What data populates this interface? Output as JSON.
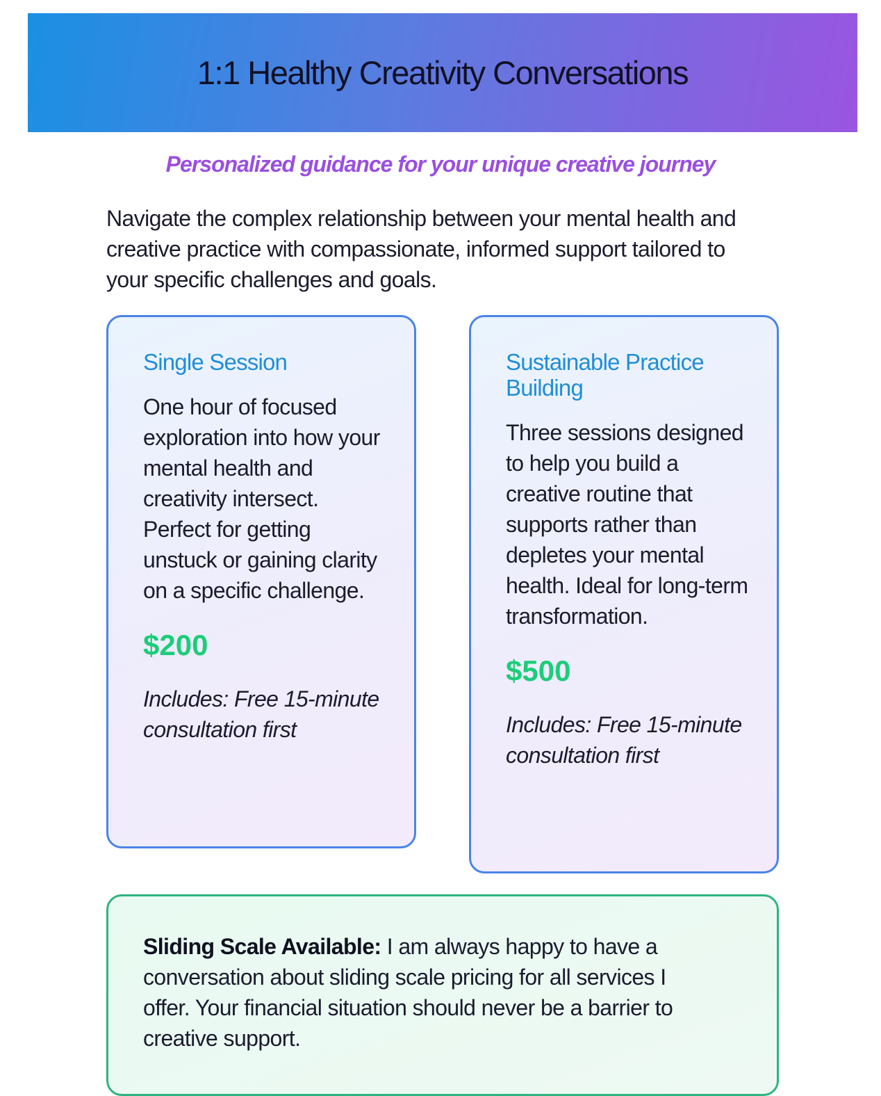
{
  "header": {
    "title": "1:1 Healthy Creativity Conversations"
  },
  "subtitle": "Personalized guidance for your unique creative journey",
  "intro": "Navigate the complex relationship between your mental health and creative practice with compassionate, informed support tailored to your specific challenges and goals.",
  "cards": [
    {
      "title": "Single Session",
      "description": "One hour of focused exploration into how your mental health and creativity intersect. Perfect for getting unstuck or gaining clarity on a specific challenge.",
      "price": "$200",
      "note": "Includes: Free 15-minute consultation first"
    },
    {
      "title": "Sustainable Practice Building",
      "description": "Three sessions designed to help you build a creative routine that supports rather than depletes your mental health. Ideal for long-term transformation.",
      "price": "$500",
      "note": "Includes: Free 15-minute consultation first"
    }
  ],
  "sliding_scale": {
    "label": "Sliding Scale Available:",
    "text": " I am always happy to have a conversation about sliding scale pricing for all services I offer. Your financial situation should never be a barrier to creative support."
  },
  "colors": {
    "banner_start": "#1a90e3",
    "banner_end": "#9a55e0",
    "subtitle": "#9a4fe0",
    "card_border": "#4a84e8",
    "card_title": "#1f8ed8",
    "price": "#1ccd79",
    "scale_border": "#2eb57f"
  }
}
